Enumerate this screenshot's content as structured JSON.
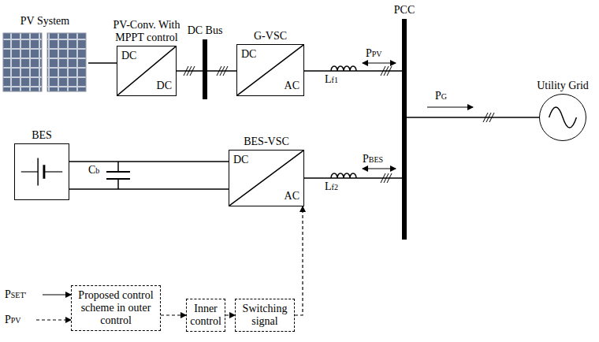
{
  "diagram": {
    "nodes": [
      {
        "text": [
          "PV System"
        ]
      },
      {
        "text": [
          "PV-Conv. With MPPT control",
          "DC",
          "DC"
        ]
      },
      {
        "text": [
          "DC Bus"
        ]
      },
      {
        "text": [
          "G-VSC",
          "DC",
          "AC"
        ]
      },
      {
        "text": [
          "PCC"
        ]
      },
      {
        "text": [
          "Utility Grid"
        ]
      },
      {
        "text": [
          "BES"
        ]
      },
      {
        "text": [
          "BES-VSC",
          "DC",
          "AC"
        ]
      },
      {
        "text": [
          "Proposed control scheme in outer control"
        ]
      },
      {
        "text": [
          "Inner control"
        ]
      },
      {
        "text": [
          "Switching signal"
        ]
      }
    ],
    "edges": [
      {
        "from": 0,
        "to": 1,
        "arrow": "none"
      },
      {
        "from": 1,
        "to": 2,
        "arrow": "none"
      },
      {
        "from": 2,
        "to": 3,
        "arrow": "none"
      },
      {
        "from": 3,
        "to": 4,
        "arrow": "none"
      },
      {
        "from": 4,
        "to": 5,
        "arrow": "none"
      },
      {
        "from": 6,
        "to": 7,
        "arrow": "none"
      },
      {
        "from": 7,
        "to": 4,
        "arrow": "none"
      },
      {
        "from": 8,
        "to": 9,
        "arrow": "to"
      },
      {
        "from": 9,
        "to": 10,
        "arrow": "to"
      },
      {
        "from": 10,
        "to": 7,
        "arrow": "to"
      }
    ],
    "labels": [
      "Lf1",
      "PPV",
      "PG",
      "Lf2",
      "PBES",
      "Cb",
      "PSET'",
      "PPV"
    ]
  }
}
